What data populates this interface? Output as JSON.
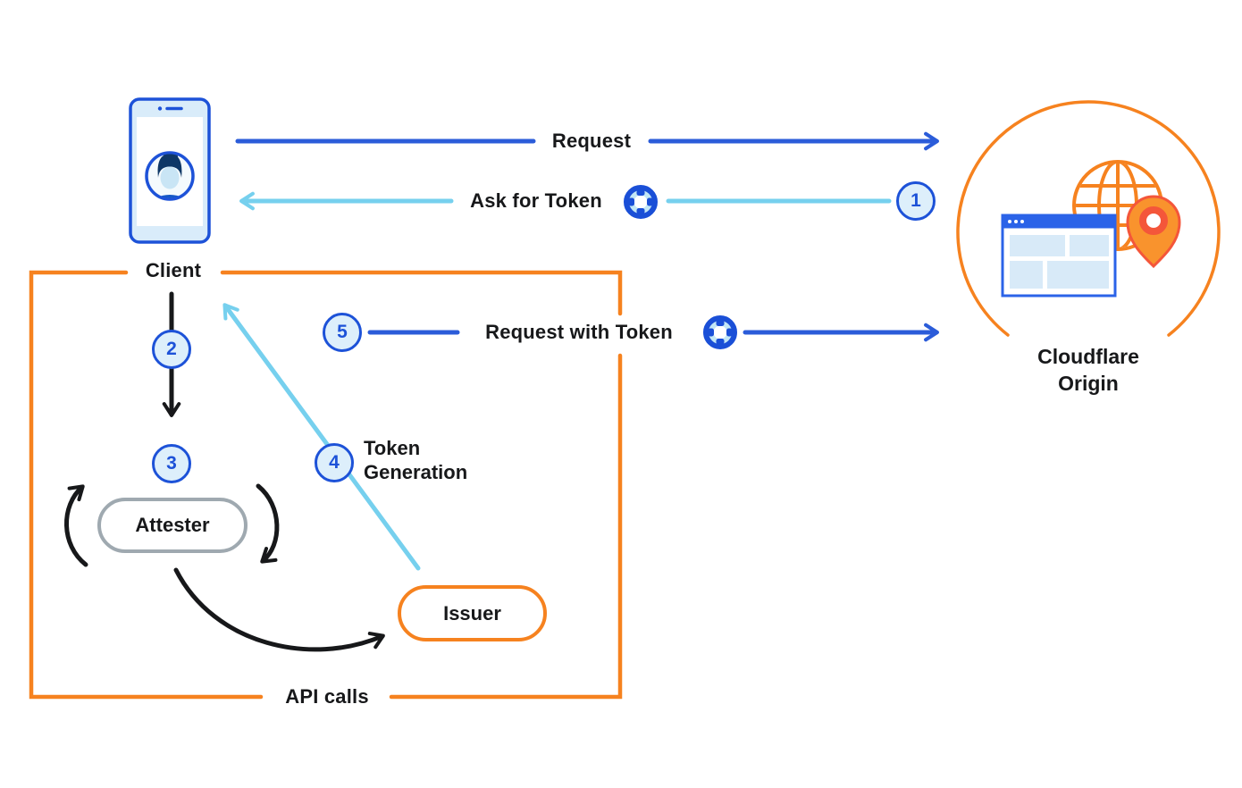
{
  "diagram": {
    "title_implicit": "Privacy Pass token flow",
    "nodes": {
      "client": {
        "label": "Client",
        "icon": "smartphone-user-icon"
      },
      "attester": {
        "label": "Attester"
      },
      "issuer": {
        "label": "Issuer"
      },
      "origin": {
        "line1": "Cloudflare",
        "line2": "Origin",
        "icon": "globe-browser-pin-icon"
      }
    },
    "edges": {
      "request": {
        "label": "Request"
      },
      "ask_for_token": {
        "label": "Ask for Token",
        "icon": "token-icon"
      },
      "request_with_token": {
        "label": "Request with Token",
        "icon": "token-icon"
      },
      "token_generation": {
        "line1": "Token",
        "line2": "Generation"
      },
      "api_calls": {
        "label": "API calls"
      }
    },
    "steps": [
      "1",
      "2",
      "3",
      "4",
      "5"
    ],
    "icons": [
      "smartphone-user-icon",
      "token-icon",
      "globe-icon",
      "browser-window-icon",
      "location-pin-icon"
    ],
    "colors": {
      "arrow_blue": "#2b5cd9",
      "arrow_light_blue": "#76d0ee",
      "arrow_black": "#17181a",
      "orange": "#f6821f",
      "badge_border": "#1d52d8",
      "badge_fill": "#ddeffb",
      "attester_border": "#9fa9b0",
      "pin_red_orange": "#f4563a",
      "text": "#17181a"
    }
  }
}
